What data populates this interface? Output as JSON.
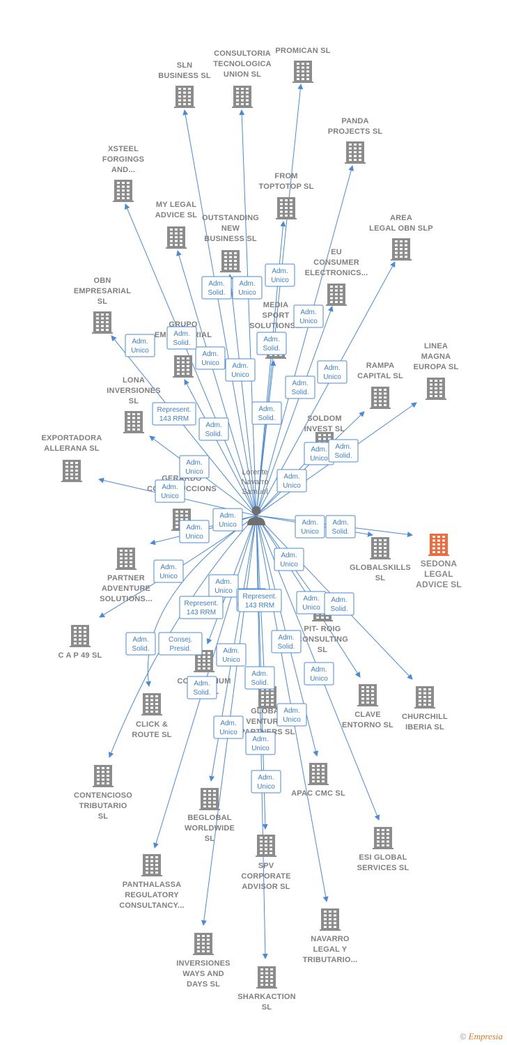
{
  "colors": {
    "edge": "#4a8ad8",
    "building": "#8c8c8c",
    "highlight": "#f06a3b",
    "label": "#7f7f7f"
  },
  "center": {
    "label": [
      "Lorente",
      "Navarro",
      "Samuel"
    ],
    "icon": "person-icon"
  },
  "copyright": {
    "symbol": "©",
    "brand": "Empresia"
  },
  "nodes": [
    {
      "id": "sln",
      "label": [
        "SLN",
        "BUSINESS  SL"
      ]
    },
    {
      "id": "consultoria",
      "label": [
        "CONSULTORIA",
        "TECNOLOGICA",
        "UNION  SL"
      ]
    },
    {
      "id": "promican",
      "label": [
        "PROMICAN  SL"
      ]
    },
    {
      "id": "panda",
      "label": [
        "PANDA",
        "PROJECTS  SL"
      ]
    },
    {
      "id": "xsteel",
      "label": [
        "XSTEEL",
        "FORGINGS",
        "AND..."
      ]
    },
    {
      "id": "from",
      "label": [
        "FROM",
        "TOPTOTOP  SL"
      ]
    },
    {
      "id": "mylegal",
      "label": [
        "MY LEGAL",
        "ADVICE  SL"
      ]
    },
    {
      "id": "outstanding",
      "label": [
        "OUTSTANDING",
        "NEW",
        "BUSINESS  SL"
      ]
    },
    {
      "id": "area",
      "label": [
        "AREA",
        "LEGAL OBN  SLP"
      ]
    },
    {
      "id": "eu",
      "label": [
        "EU",
        "CONSUMER",
        "ELECTRONICS..."
      ]
    },
    {
      "id": "obn",
      "label": [
        "OBN",
        "EMPRESARIAL",
        "SL"
      ]
    },
    {
      "id": "media",
      "label": [
        "MEDIA",
        "SPORT",
        "SOLUTIONS..."
      ]
    },
    {
      "id": "grupo",
      "label": [
        "GRUPO",
        "EMPRESARIAL",
        "OBN  SL"
      ]
    },
    {
      "id": "linea",
      "label": [
        "LINEA",
        "MAGNA",
        "EUROPA  SL"
      ]
    },
    {
      "id": "rampa",
      "label": [
        "RAMPA",
        "CAPITAL  SL"
      ]
    },
    {
      "id": "lona",
      "label": [
        "LONA",
        "INVERSIONES",
        "SL"
      ]
    },
    {
      "id": "soldom",
      "label": [
        "SOLDOM",
        "INVEST  SL"
      ]
    },
    {
      "id": "exportadora",
      "label": [
        "EXPORTADORA",
        "ALLERANA  SL"
      ]
    },
    {
      "id": "gerardo",
      "label": [
        "GERARDO",
        "CONSTRUCCIONS"
      ]
    },
    {
      "id": "globalskills",
      "label": [
        "GLOBALSKILLS",
        "SL"
      ]
    },
    {
      "id": "sedona",
      "label": [
        "SEDONA",
        "LEGAL",
        "ADVICE  SL"
      ],
      "highlight": true
    },
    {
      "id": "partner",
      "label": [
        "PARTNER",
        "ADVENTURE",
        "SOLUTIONS..."
      ]
    },
    {
      "id": "cap49",
      "label": [
        "C A P 49 SL"
      ]
    },
    {
      "id": "pitroig",
      "label": [
        "PIT- ROIG",
        "CONSULTING",
        "SL"
      ]
    },
    {
      "id": "consortium",
      "label": [
        "CONSORTIUM",
        "EGO  SL"
      ]
    },
    {
      "id": "clave",
      "label": [
        "CLAVE",
        "ENTORNO  SL"
      ]
    },
    {
      "id": "churchill",
      "label": [
        "CHURCHILL",
        "IBERIA  SL"
      ]
    },
    {
      "id": "click",
      "label": [
        "CLICK &",
        "ROUTE  SL"
      ]
    },
    {
      "id": "globalventures",
      "label": [
        "GLOBAL",
        "VENTURES",
        "PARTNERS  SL"
      ]
    },
    {
      "id": "contencioso",
      "label": [
        "CONTENCIOSO",
        "TRIBUTARIO",
        "SL"
      ]
    },
    {
      "id": "apac",
      "label": [
        "APAC CMC  SL"
      ]
    },
    {
      "id": "beglobal",
      "label": [
        "BEGLOBAL",
        "WORLDWIDE",
        "SL"
      ]
    },
    {
      "id": "spv",
      "label": [
        "SPV",
        "CORPORATE",
        "ADVISOR  SL"
      ]
    },
    {
      "id": "esi",
      "label": [
        "ESI GLOBAL",
        "SERVICES  SL"
      ]
    },
    {
      "id": "panthalassa",
      "label": [
        "PANTHALASSA",
        "REGULATORY",
        "CONSULTANCY..."
      ]
    },
    {
      "id": "navarro",
      "label": [
        "NAVARRO",
        "LEGAL Y",
        "TRIBUTARIO..."
      ]
    },
    {
      "id": "inversiones",
      "label": [
        "INVERSIONES",
        "WAYS AND",
        "DAYS  SL"
      ]
    },
    {
      "id": "sharkaction",
      "label": [
        "SHARKACTION",
        "SL"
      ]
    }
  ],
  "relations": [
    [
      "Adm.",
      "Solid."
    ],
    [
      "Adm.",
      "Unico"
    ],
    [
      "Adm.",
      "Unico"
    ],
    [
      "Adm.",
      "Unico"
    ],
    [
      "Adm.",
      "Unico"
    ],
    [
      "Adm.",
      "Solid."
    ],
    [
      "Adm.",
      "Solid."
    ],
    [
      "Adm.",
      "Unico"
    ],
    [
      "Adm.",
      "Unico"
    ],
    [
      "Adm.",
      "Solid."
    ],
    [
      "Adm.",
      "Unico"
    ],
    [
      "Adm.",
      "Solid."
    ],
    [
      "Represent.",
      "143 RRM"
    ],
    [
      "Adm.",
      "Solid."
    ],
    [
      "Adm.",
      "Unico"
    ],
    [
      "Adm.",
      "Unico"
    ],
    [
      "Adm.",
      "Solid."
    ],
    [
      "Adm.",
      "Unico"
    ],
    [
      "Adm.",
      "Unico"
    ],
    [
      "Adm.",
      "Unico"
    ],
    [
      "Adm.",
      "Unico"
    ],
    [
      "Adm.",
      "Unico"
    ],
    [
      "Adm.",
      "Solid."
    ],
    [
      "Adm.",
      "Unico"
    ],
    [
      "Adm.",
      "Unico"
    ],
    [
      "Adm.",
      "Unico"
    ],
    [
      "Adm.",
      "Mancom."
    ],
    [
      "Represent.",
      "143 RRM"
    ],
    [
      "Represent.",
      "143 RRM"
    ],
    [
      "Adm.",
      "Unico"
    ],
    [
      "Adm.",
      "Solid."
    ],
    [
      "Adm.",
      "Solid."
    ],
    [
      "Consej.",
      "Presid."
    ],
    [
      "Adm.",
      "Solid."
    ],
    [
      "Adm.",
      "Unico"
    ],
    [
      "Adm.",
      "Solid."
    ],
    [
      "Adm.",
      "Unico"
    ],
    [
      "Adm.",
      "Solid."
    ],
    [
      "Adm.",
      "Unico"
    ],
    [
      "Adm.",
      "Unico"
    ],
    [
      "Adm.",
      "Unico"
    ],
    [
      "Adm.",
      "Unico"
    ]
  ]
}
